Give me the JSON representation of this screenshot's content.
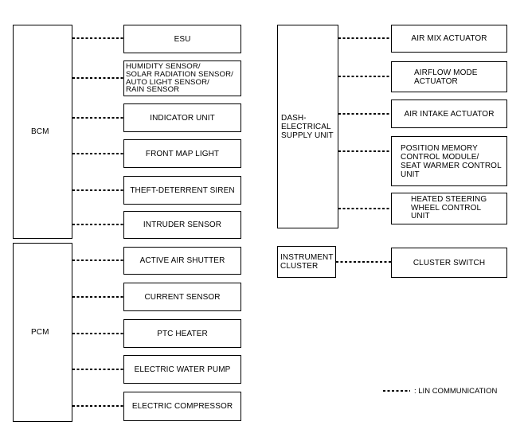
{
  "controllers": {
    "bcm": "BCM",
    "pcm": "PCM",
    "dash": "DASH-\nELECTRICAL\nSUPPLY UNIT",
    "instrument": "INSTRUMENT\nCLUSTER"
  },
  "bcm_devices": [
    "ESU",
    "HUMIDITY SENSOR/\nSOLAR RADIATION SENSOR/\nAUTO LIGHT SENSOR/\nRAIN SENSOR",
    "INDICATOR UNIT",
    "FRONT MAP LIGHT",
    "THEFT-DETERRENT SIREN",
    "INTRUDER SENSOR"
  ],
  "pcm_devices": [
    "ACTIVE AIR SHUTTER",
    "CURRENT SENSOR",
    "PTC HEATER",
    "ELECTRIC WATER PUMP",
    "ELECTRIC COMPRESSOR"
  ],
  "dash_devices": [
    "AIR MIX ACTUATOR",
    "AIRFLOW MODE\nACTUATOR",
    "AIR INTAKE ACTUATOR",
    "POSITION MEMORY\nCONTROL MODULE/\nSEAT WARMER CONTROL\nUNIT",
    "HEATED STEERING\nWHEEL CONTROL\nUNIT"
  ],
  "instrument_devices": [
    "CLUSTER SWITCH"
  ],
  "legend": {
    "text": ": LIN COMMUNICATION"
  }
}
